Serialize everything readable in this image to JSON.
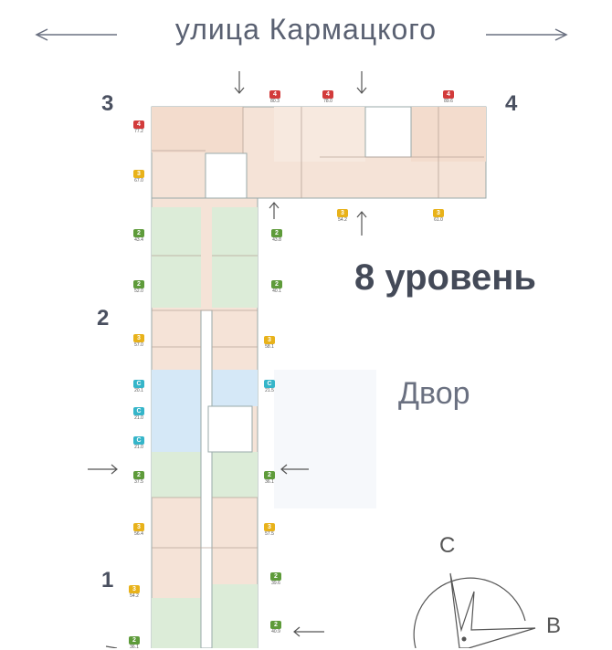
{
  "street": {
    "name": "улица Кармацкого"
  },
  "level_label": "8 уровень",
  "yard_label": "Двор",
  "sections": [
    "1",
    "2",
    "3",
    "4"
  ],
  "compass": {
    "north": "С",
    "east": "В"
  },
  "apartments": [
    {
      "rooms": "4",
      "area": "77.2",
      "color": "#d23b3b"
    },
    {
      "rooms": "4",
      "area": "80.3",
      "color": "#d23b3b"
    },
    {
      "rooms": "4",
      "area": "78.0",
      "color": "#d23b3b"
    },
    {
      "rooms": "4",
      "area": "89.6",
      "color": "#d23b3b"
    },
    {
      "rooms": "3",
      "area": "67.0",
      "color": "#e8b21a"
    },
    {
      "rooms": "3",
      "area": "54.2",
      "color": "#e8b21a"
    },
    {
      "rooms": "3",
      "area": "61.0",
      "color": "#e8b21a"
    },
    {
      "rooms": "2",
      "area": "43.4",
      "color": "#5e9b3a"
    },
    {
      "rooms": "2",
      "area": "43.8",
      "color": "#5e9b3a"
    },
    {
      "rooms": "2",
      "area": "52.0",
      "color": "#5e9b3a"
    },
    {
      "rooms": "2",
      "area": "40.1",
      "color": "#5e9b3a"
    },
    {
      "rooms": "3",
      "area": "57.0",
      "color": "#e8b21a"
    },
    {
      "rooms": "3",
      "area": "58.1",
      "color": "#e8b21a"
    },
    {
      "rooms": "С",
      "area": "20.1",
      "color": "#35b5c9"
    },
    {
      "rooms": "С",
      "area": "21.5",
      "color": "#35b5c9"
    },
    {
      "rooms": "С",
      "area": "21.0",
      "color": "#35b5c9"
    },
    {
      "rooms": "С",
      "area": "21.0",
      "color": "#35b5c9"
    },
    {
      "rooms": "2",
      "area": "37.5",
      "color": "#5e9b3a"
    },
    {
      "rooms": "2",
      "area": "36.1",
      "color": "#5e9b3a"
    },
    {
      "rooms": "3",
      "area": "56.4",
      "color": "#e8b21a"
    },
    {
      "rooms": "3",
      "area": "57.5",
      "color": "#e8b21a"
    },
    {
      "rooms": "3",
      "area": "54.2",
      "color": "#e8b21a"
    },
    {
      "rooms": "2",
      "area": "39.6",
      "color": "#5e9b3a"
    },
    {
      "rooms": "2",
      "area": "40.9",
      "color": "#5e9b3a"
    },
    {
      "rooms": "2",
      "area": "36.1",
      "color": "#5e9b3a"
    }
  ]
}
